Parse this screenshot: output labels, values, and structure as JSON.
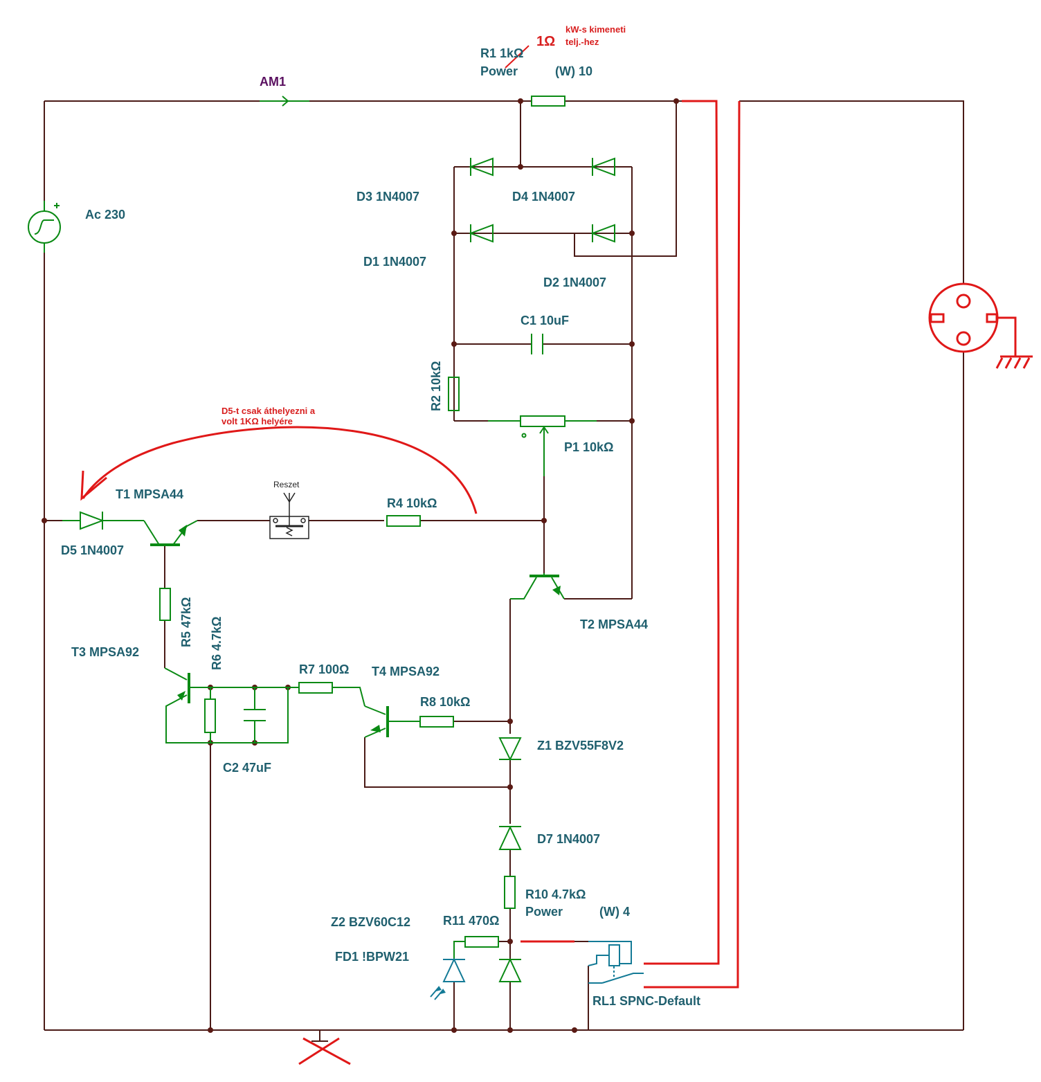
{
  "labels": {
    "am1": "AM1",
    "ac": "Ac 230",
    "r1_name": "R1 1kΩ",
    "r1_power": "Power",
    "r1_watt": "(W) 10",
    "r1_new": "1Ω",
    "r1_note_1": "kW-s kimeneti",
    "r1_note_2": "telj.-hez",
    "d3": "D3 1N4007",
    "d4": "D4 1N4007",
    "d1": "D1 1N4007",
    "d2": "D2 1N4007",
    "c1": "C1 10uF",
    "r2": "R2 10kΩ",
    "p1": "P1 10kΩ",
    "note_d5_1": "D5-t csak áthelyezni a",
    "note_d5_2": "volt 1KΩ helyére",
    "reszet": "Reszet",
    "t1": "T1 MPSA44",
    "r4": "R4 10kΩ",
    "d5": "D5 1N4007",
    "r5": "R5 47kΩ",
    "r6": "R6 4.7kΩ",
    "t3": "T3 MPSA92",
    "r7": "R7 100Ω",
    "t4": "T4 MPSA92",
    "r8": "R8 10kΩ",
    "t2": "T2 MPSA44",
    "c2": "C2 47uF",
    "z1": "Z1 BZV55F8V2",
    "d7": "D7 1N4007",
    "r10_name": "R10 4.7kΩ",
    "r10_power": "Power",
    "r10_watt": "(W) 4",
    "z2": "Z2 BZV60C12",
    "r11": "R11 470Ω",
    "fd1": "FD1 !BPW21",
    "rl1": "RL1 SPNC-Default"
  },
  "colors": {
    "wire": "#4a1a16",
    "component": "#0a8a14",
    "label": "#1f5f6e",
    "annotation": "#e01818"
  }
}
